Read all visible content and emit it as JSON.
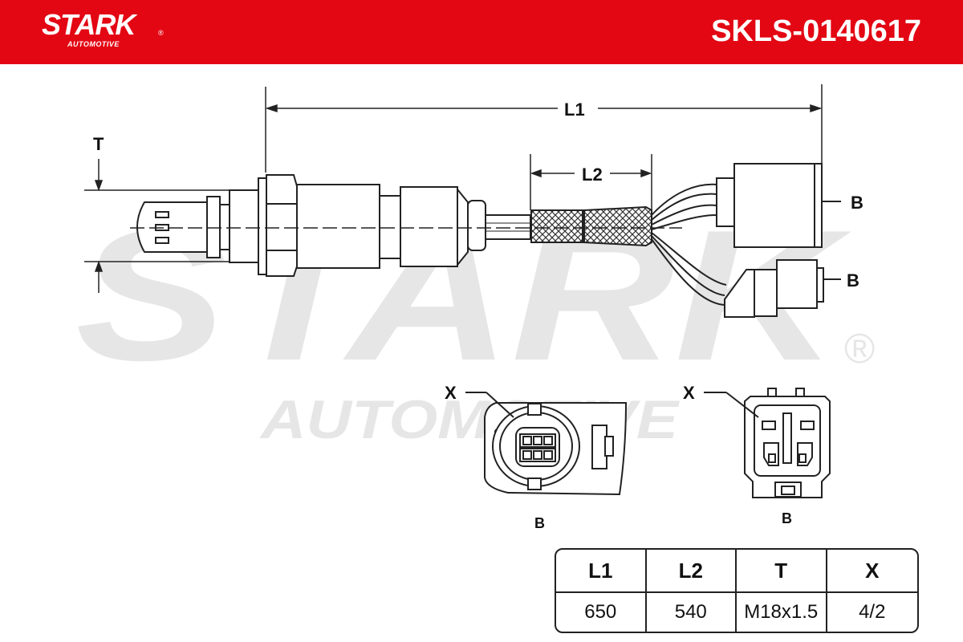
{
  "header": {
    "logo_text": "STARK",
    "logo_subtext": "AUTOMOTIVE",
    "logo_registered": "®",
    "part_number": "SKLS-0140617",
    "color": "#e30613"
  },
  "watermark": {
    "main": "STARK",
    "sub": "AUTOMOTIVE",
    "registered": "®"
  },
  "labels": {
    "l1": "L1",
    "l2": "L2",
    "t": "T",
    "b_top": "B",
    "b_bottom": "B",
    "x_left": "X",
    "x_right": "X",
    "b_conn_left": "B",
    "b_conn_right": "B"
  },
  "spec_table": {
    "headers": [
      "L1",
      "L2",
      "T",
      "X"
    ],
    "values": [
      "650",
      "540",
      "M18x1.5",
      "4/2"
    ]
  }
}
